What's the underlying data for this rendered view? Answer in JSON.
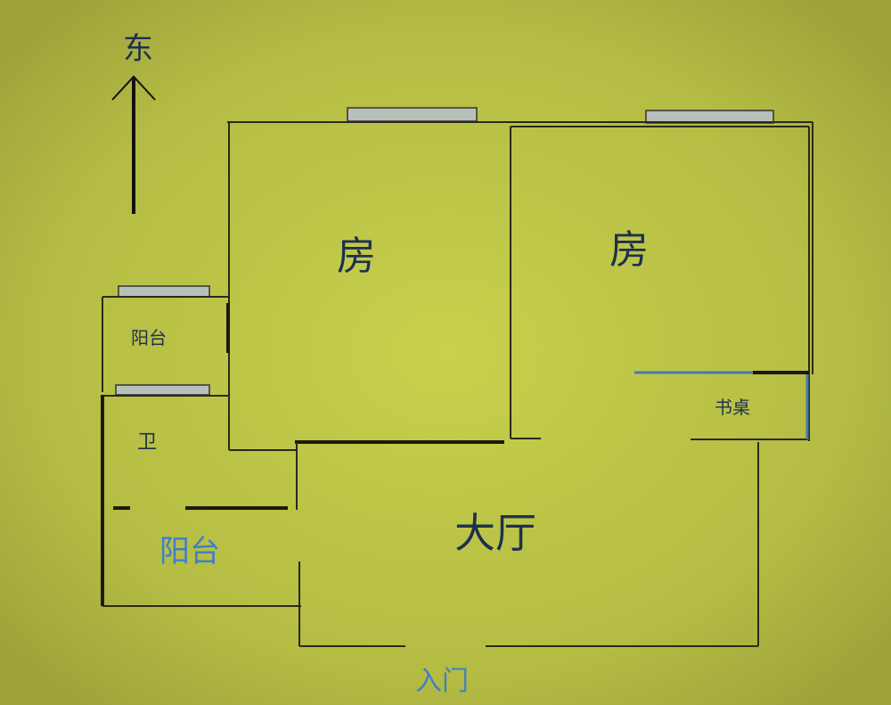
{
  "colors": {
    "background": "#b4bc44",
    "wall": "#2a2a1a",
    "label": "#1e3050",
    "blue_label": "#3f7fc8",
    "window": "#b8c0bc"
  },
  "compass": {
    "direction_label": "东",
    "icon": "arrow-up-icon"
  },
  "rooms": {
    "bedroom_left": "房",
    "bedroom_right": "房",
    "balcony_upper": "阳台",
    "bathroom": "卫",
    "desk": "书桌",
    "living_room": "大厅",
    "balcony_lower": "阳台",
    "entrance": "入门"
  }
}
